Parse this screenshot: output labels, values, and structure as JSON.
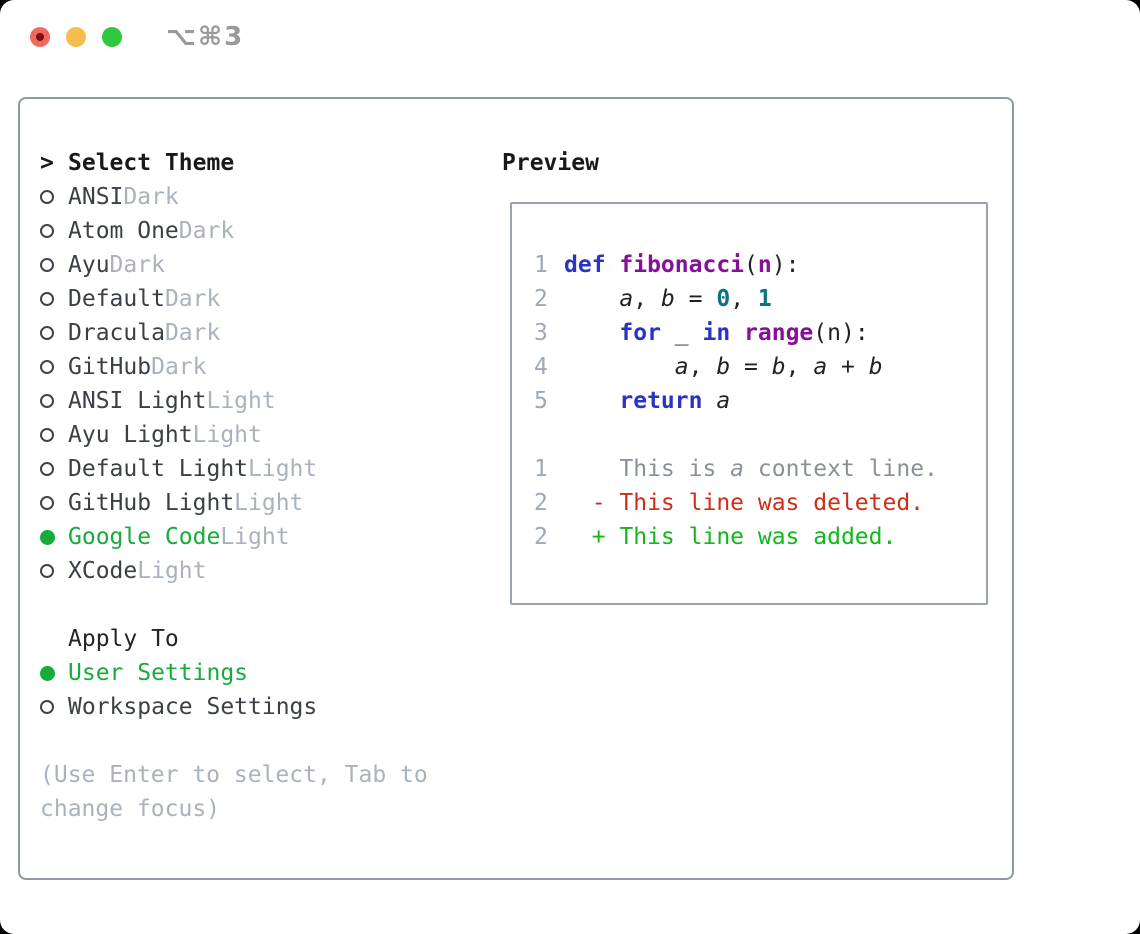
{
  "window": {
    "title": "⌥⌘3"
  },
  "theme_list": {
    "header_prefix": ">",
    "header": "Select Theme",
    "items": [
      {
        "name": "ANSI",
        "variant": "Dark",
        "selected": false
      },
      {
        "name": "Atom One",
        "variant": "Dark",
        "selected": false
      },
      {
        "name": "Ayu",
        "variant": "Dark",
        "selected": false
      },
      {
        "name": "Default",
        "variant": "Dark",
        "selected": false
      },
      {
        "name": "Dracula",
        "variant": "Dark",
        "selected": false
      },
      {
        "name": "GitHub",
        "variant": "Dark",
        "selected": false
      },
      {
        "name": "ANSI Light",
        "variant": "Light",
        "selected": false
      },
      {
        "name": "Ayu Light",
        "variant": "Light",
        "selected": false
      },
      {
        "name": "Default Light",
        "variant": "Light",
        "selected": false
      },
      {
        "name": "GitHub Light",
        "variant": "Light",
        "selected": false
      },
      {
        "name": "Google Code",
        "variant": "Light",
        "selected": true
      },
      {
        "name": "XCode",
        "variant": "Light",
        "selected": false
      }
    ]
  },
  "apply_to": {
    "header": "Apply To",
    "options": [
      {
        "label": "User Settings",
        "selected": true
      },
      {
        "label": "Workspace Settings",
        "selected": false
      }
    ]
  },
  "hint": {
    "line1": "(Use Enter to select, Tab to",
    "line2": "change focus)"
  },
  "preview": {
    "header": "Preview",
    "lines": [
      {
        "num": "1",
        "kind": "code",
        "segments": [
          {
            "t": "def ",
            "c": "kw"
          },
          {
            "t": "fibonacci",
            "c": "fn"
          },
          {
            "t": "(",
            "c": "pl"
          },
          {
            "t": "n",
            "c": "fn"
          },
          {
            "t": "):",
            "c": "pl"
          }
        ]
      },
      {
        "num": "2",
        "kind": "code",
        "segments": [
          {
            "t": "    ",
            "c": "pl"
          },
          {
            "t": "a",
            "c": "it"
          },
          {
            "t": ", ",
            "c": "pl"
          },
          {
            "t": "b",
            "c": "it"
          },
          {
            "t": " = ",
            "c": "pl"
          },
          {
            "t": "0",
            "c": "num"
          },
          {
            "t": ", ",
            "c": "pl"
          },
          {
            "t": "1",
            "c": "num"
          }
        ]
      },
      {
        "num": "3",
        "kind": "code",
        "segments": [
          {
            "t": "    ",
            "c": "pl"
          },
          {
            "t": "for",
            "c": "kw"
          },
          {
            "t": " _ ",
            "c": "pl"
          },
          {
            "t": "in",
            "c": "kw"
          },
          {
            "t": " ",
            "c": "pl"
          },
          {
            "t": "range",
            "c": "fn"
          },
          {
            "t": "(n):",
            "c": "pl"
          }
        ]
      },
      {
        "num": "4",
        "kind": "code",
        "segments": [
          {
            "t": "        ",
            "c": "pl"
          },
          {
            "t": "a",
            "c": "it"
          },
          {
            "t": ", ",
            "c": "pl"
          },
          {
            "t": "b",
            "c": "it"
          },
          {
            "t": " = ",
            "c": "pl"
          },
          {
            "t": "b",
            "c": "it"
          },
          {
            "t": ", ",
            "c": "pl"
          },
          {
            "t": "a",
            "c": "it"
          },
          {
            "t": " + ",
            "c": "pl"
          },
          {
            "t": "b",
            "c": "it"
          }
        ]
      },
      {
        "num": "5",
        "kind": "code",
        "segments": [
          {
            "t": "    ",
            "c": "pl"
          },
          {
            "t": "return",
            "c": "kw"
          },
          {
            "t": " ",
            "c": "pl"
          },
          {
            "t": "a",
            "c": "it"
          }
        ]
      },
      {
        "num": "",
        "kind": "blank",
        "segments": []
      },
      {
        "num": "1",
        "kind": "context",
        "segments": [
          {
            "t": "    This is ",
            "c": "ctx"
          },
          {
            "t": "a",
            "c": "ctxit"
          },
          {
            "t": " context line.",
            "c": "ctx"
          }
        ]
      },
      {
        "num": "2",
        "kind": "deleted",
        "segments": [
          {
            "t": "  - This line was deleted.",
            "c": "del"
          }
        ]
      },
      {
        "num": "2",
        "kind": "added",
        "segments": [
          {
            "t": "  + This line was added.",
            "c": "add"
          }
        ]
      }
    ]
  },
  "colors": {
    "selection_green": "#17ab3c",
    "diff_added_green": "#12b71a",
    "diff_deleted_red": "#cd2d19",
    "keyword_blue": "#2934c4",
    "function_purple": "#871098",
    "number_teal": "#0d737c",
    "muted_gray": "#a9b2bd",
    "context_gray": "#8b9199",
    "text_dark": "#17191c",
    "text_main": "#3b4046",
    "border_gray": "#8f99a4",
    "traffic_red": "#ee6a5f",
    "traffic_yellow": "#f5bd4b",
    "traffic_green": "#32c73f"
  }
}
